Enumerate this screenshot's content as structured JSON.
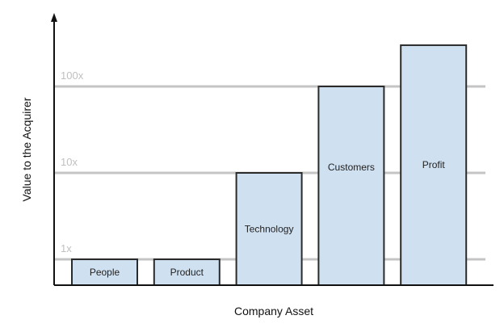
{
  "chart_data": {
    "type": "bar",
    "title": "",
    "xlabel": "Company Asset",
    "ylabel": "Value to the Acquirer",
    "yscale": "log",
    "ylim": [
      0.5,
      800
    ],
    "grid": true,
    "yticks": [
      {
        "value": 1,
        "label": "1x"
      },
      {
        "value": 10,
        "label": "10x"
      },
      {
        "value": 100,
        "label": "100x"
      }
    ],
    "categories": [
      "People",
      "Product",
      "Technology",
      "Customers",
      "Profit"
    ],
    "values": [
      1,
      1,
      10,
      100,
      300
    ],
    "bar_labels": [
      "People",
      "Product",
      "Technology",
      "Customers",
      "Profit"
    ],
    "bar_label_position": [
      "center",
      "center",
      "center",
      "upper",
      "upper"
    ],
    "colors": {
      "bar_fill": "#cfe0f1",
      "bar_stroke": "#2b2b2b",
      "grid": "#c4c4c4",
      "tick_label": "#c0c0c0"
    }
  }
}
